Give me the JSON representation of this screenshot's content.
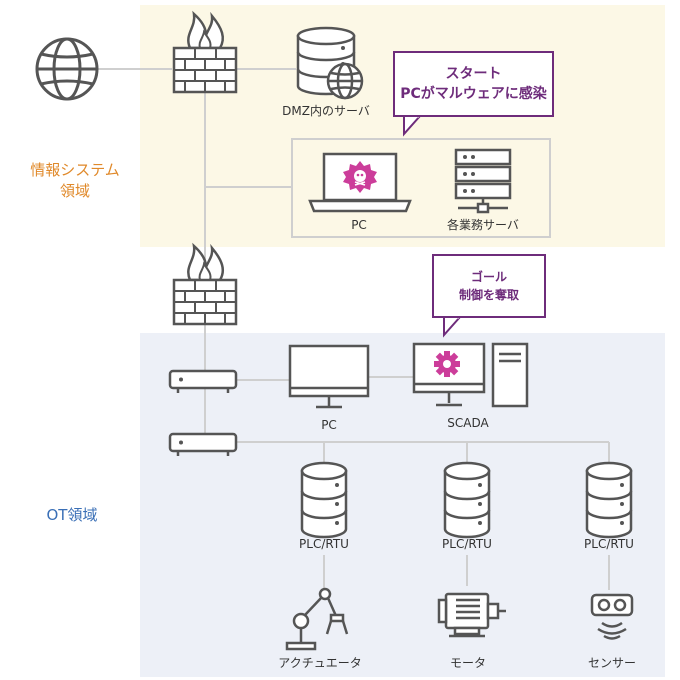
{
  "zones": {
    "it_label": "情報システム\n領域",
    "ot_label": "OT領域"
  },
  "callouts": {
    "start": "スタート\nPCがマルウェアに感染",
    "goal": "ゴール\n制御を奪取"
  },
  "labels": {
    "dmz_server": "DMZ内のサーバ",
    "it_pc": "PC",
    "business_server": "各業務サーバ",
    "ot_pc": "PC",
    "scada": "SCADA",
    "plc1": "PLC/RTU",
    "plc2": "PLC/RTU",
    "plc3": "PLC/RTU",
    "actuator": "アクチュエータ",
    "motor": "モータ",
    "sensor": "センサー"
  },
  "colors": {
    "it_zone": "#fcf8e6",
    "ot_zone": "#edf0f7",
    "it_label": "#e0892a",
    "ot_label": "#3a6fb6",
    "callout": "#6e2c7b",
    "malware": "#cc3d9a",
    "line": "#cfcfcf",
    "icon": "#555555"
  }
}
